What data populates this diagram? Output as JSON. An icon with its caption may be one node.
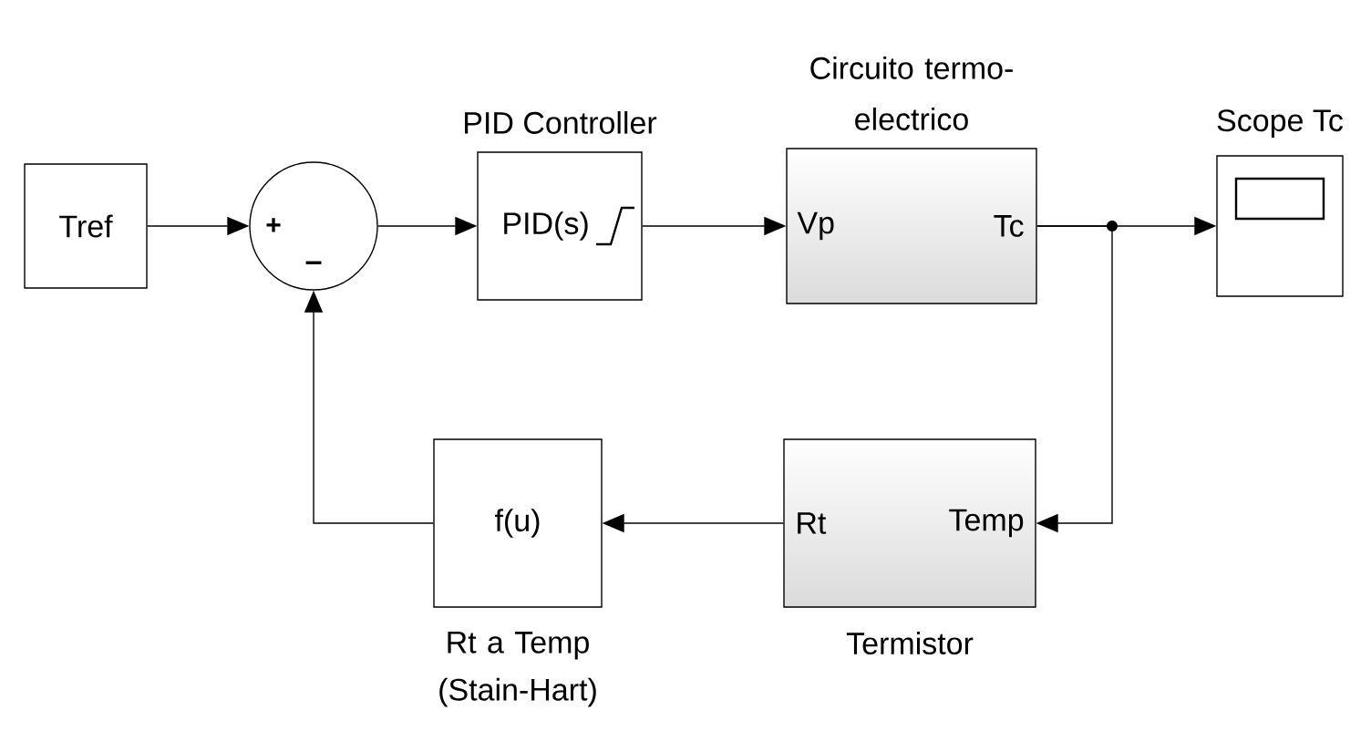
{
  "diagram": {
    "nodes": [
      {
        "text": [
          "Tref"
        ]
      },
      {
        "text": [
          "+",
          "–"
        ]
      },
      {
        "text": [
          "PID Controller",
          "PID(s)"
        ]
      },
      {
        "text": [
          "Circuito termo-electrico",
          "Vp",
          "Tc"
        ]
      },
      {
        "text": [
          "Scope Tc"
        ]
      },
      {
        "text": [
          "Rt",
          "Temp",
          "Termistor"
        ]
      },
      {
        "text": [
          "f(u)",
          "Rt a Temp (Stain-Hart)"
        ]
      }
    ],
    "edges": [
      {
        "from": 0,
        "to": 1,
        "arrow": "to"
      },
      {
        "from": 1,
        "to": 2,
        "arrow": "to"
      },
      {
        "from": 2,
        "to": 3,
        "arrow": "to"
      },
      {
        "from": 3,
        "to": 4,
        "arrow": "to"
      },
      {
        "from": 3,
        "to": 5,
        "arrow": "to"
      },
      {
        "from": 5,
        "to": 6,
        "arrow": "to"
      },
      {
        "from": 6,
        "to": 1,
        "arrow": "to"
      }
    ]
  }
}
